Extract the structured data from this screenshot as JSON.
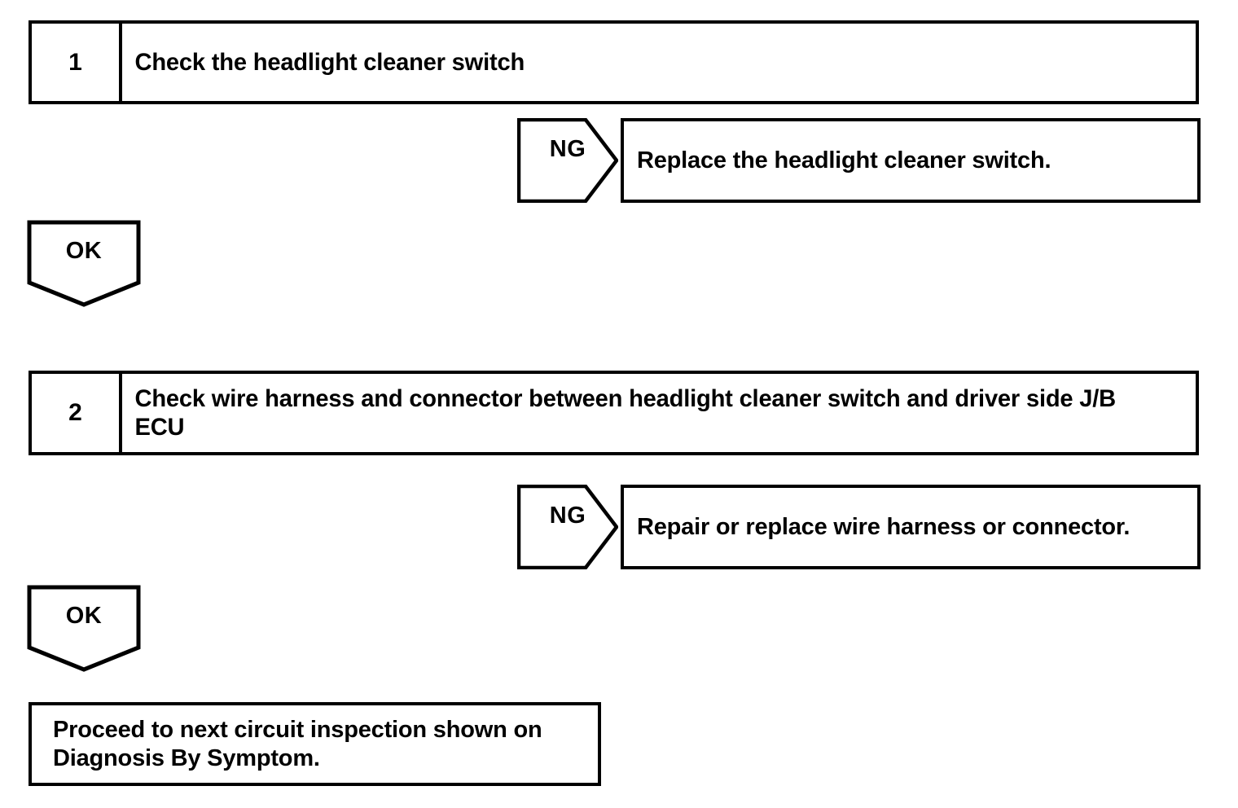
{
  "diagram": {
    "type": "troubleshooting-flowchart",
    "line_color": "#000000",
    "background_color": "#ffffff",
    "steps": [
      {
        "number": "1",
        "instruction": "Check the headlight cleaner switch",
        "ng_label": "NG",
        "ng_action": "Replace the headlight cleaner switch.",
        "ok_label": "OK"
      },
      {
        "number": "2",
        "instruction": "Check wire harness and connector between headlight cleaner switch and driver side J/B ECU",
        "ng_label": "NG",
        "ng_action": "Repair or replace wire harness or connector.",
        "ok_label": "OK"
      }
    ],
    "final": {
      "text": "Proceed to next circuit inspection shown on Diagnosis By Symptom."
    }
  }
}
